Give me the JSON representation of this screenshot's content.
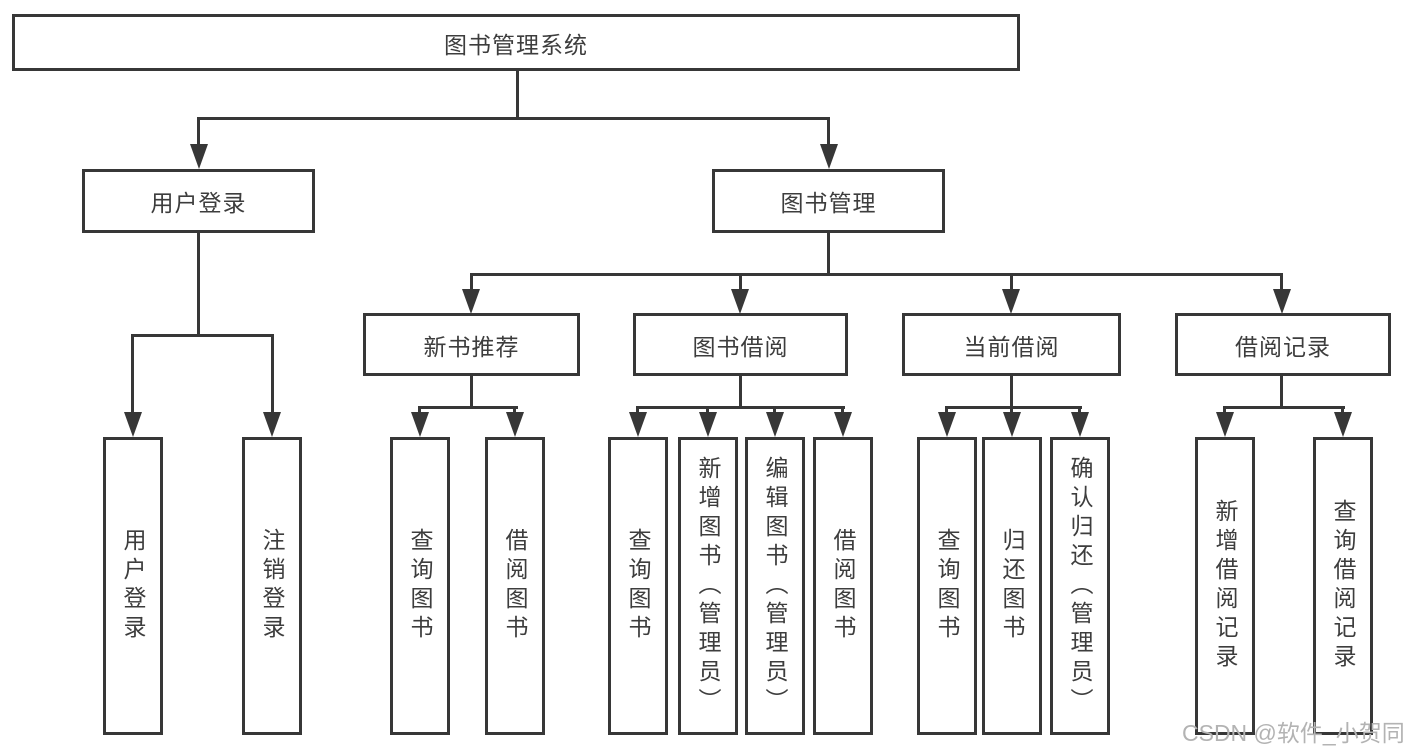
{
  "diagram_type": "hierarchy",
  "colors": {
    "line": "#373737",
    "border": "#373737",
    "text": "#3d3d3d",
    "background": "#ffffff",
    "watermark": "#b3b3b3"
  },
  "tree": {
    "root": {
      "label": "图书管理系统"
    },
    "branches": [
      {
        "label": "用户登录",
        "children": [
          {
            "label": "用户登录"
          },
          {
            "label": "注销登录"
          }
        ]
      },
      {
        "label": "图书管理",
        "children": [
          {
            "label": "新书推荐",
            "children": [
              {
                "label": "查询图书"
              },
              {
                "label": "借阅图书"
              }
            ]
          },
          {
            "label": "图书借阅",
            "children": [
              {
                "label": "查询图书"
              },
              {
                "label": "新增图书（管理员）"
              },
              {
                "label": "编辑图书（管理员）"
              },
              {
                "label": "借阅图书"
              }
            ]
          },
          {
            "label": "当前借阅",
            "children": [
              {
                "label": "查询图书"
              },
              {
                "label": "归还图书"
              },
              {
                "label": "确认归还（管理员）"
              }
            ]
          },
          {
            "label": "借阅记录",
            "children": [
              {
                "label": "新增借阅记录"
              },
              {
                "label": "查询借阅记录"
              }
            ]
          }
        ]
      }
    ]
  },
  "watermark": {
    "text": "CSDN @软件_小贺同学"
  }
}
